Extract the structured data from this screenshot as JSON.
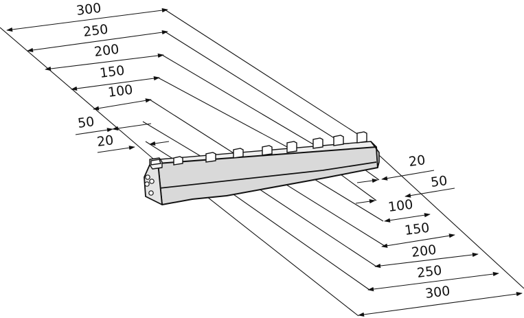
{
  "diagram": {
    "left_dimensions": [
      "300",
      "250",
      "200",
      "150",
      "100",
      "50",
      "20"
    ],
    "right_dimensions": [
      "20",
      "50",
      "100",
      "150",
      "200",
      "250",
      "300"
    ]
  },
  "colors": {
    "line": "#111111",
    "bar_face": "#d9d9d9",
    "bar_top": "#eeeeee",
    "background": "#ffffff"
  }
}
